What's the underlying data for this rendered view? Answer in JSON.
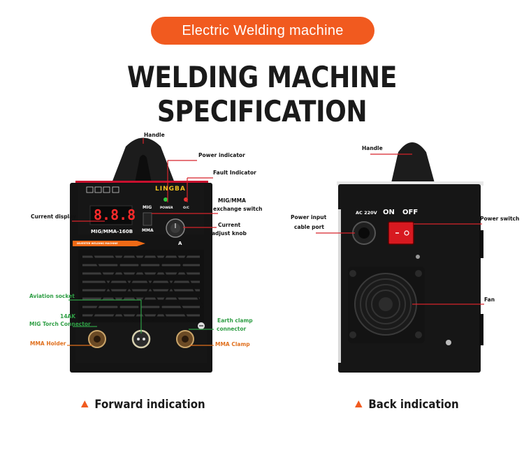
{
  "banner": {
    "label": "Electric  Welding machine"
  },
  "headline": "WELDING MACHINE SPECIFICATION",
  "front": {
    "display": "8.8.8",
    "model": "MIG/MMA-160B",
    "brand": "LINGBA",
    "strip": "INVERTER WELDING MACHINE",
    "mig_label": "MIG",
    "mma_label": "MMA",
    "power_text": "POWER",
    "oc_text": "O/C",
    "amp_text": "A",
    "labels": {
      "handle": "Handle",
      "power_indicator": "Power indicator",
      "fault_indicator": "Fault Indicator",
      "mig_mma_switch_1": "MIG/MMA",
      "mig_mma_switch_2": "exchange switch",
      "current_display": "Current display",
      "current_adjust_1": "Current",
      "current_adjust_2": "adjust knob",
      "aviation_socket": "Aviation socket",
      "torch_1": "14AK",
      "torch_2": "MIG Torch Connector",
      "mma_holder": "MMA Holder",
      "earth_clamp_1": "Earth clamp",
      "earth_clamp_2": "connector",
      "mma_clamp": "MMA Clamp"
    },
    "caption": "Forward indication"
  },
  "back": {
    "voltage": "AC 220V",
    "on": "ON",
    "off": "OFF",
    "labels": {
      "handle": "Handle",
      "power_input_1": "Power input",
      "power_input_2": "cable port",
      "power_switch": "Power switch",
      "fan": "Fan"
    },
    "caption": "Back indication"
  },
  "colors": {
    "accent": "#f15a1f",
    "pointer": "#d6232a",
    "green": "#2f9e45",
    "orange": "#e0701e",
    "body": "#141414"
  }
}
